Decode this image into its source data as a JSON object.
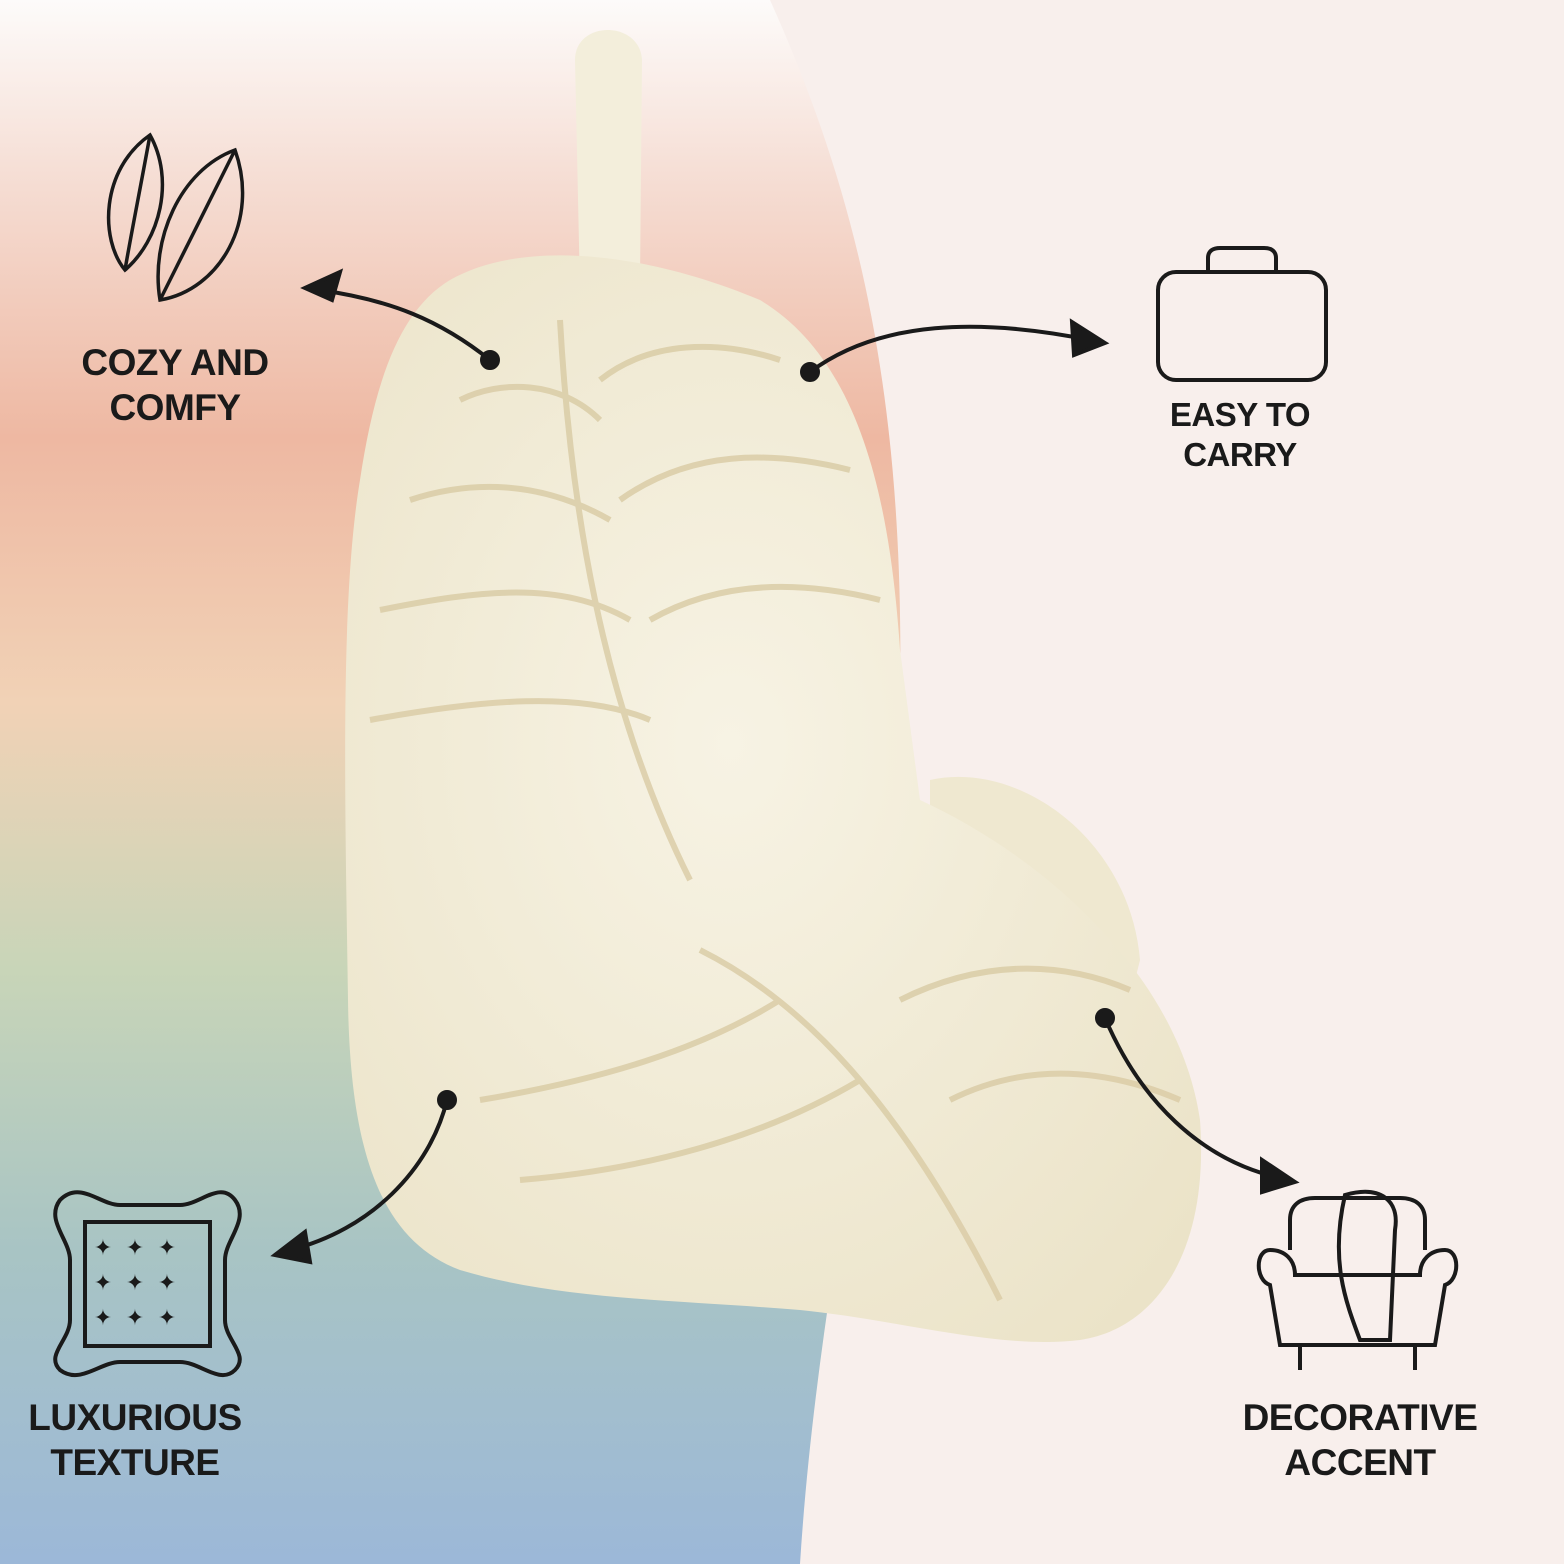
{
  "features": [
    {
      "icon": "feather-leaves-icon",
      "line1": "COZY AND",
      "line2": "COMFY"
    },
    {
      "icon": "suitcase-icon",
      "line1": "EASY TO",
      "line2": "CARRY"
    },
    {
      "icon": "textured-pillow-icon",
      "line1": "LUXURIOUS",
      "line2": "TEXTURE"
    },
    {
      "icon": "armchair-blanket-icon",
      "line1": "DECORATIVE",
      "line2": "ACCENT"
    }
  ],
  "colors": {
    "background": "#f8efec",
    "pillow": "#f4efdc",
    "pattern": "#d9cba4",
    "ink": "#1a1a1a"
  }
}
